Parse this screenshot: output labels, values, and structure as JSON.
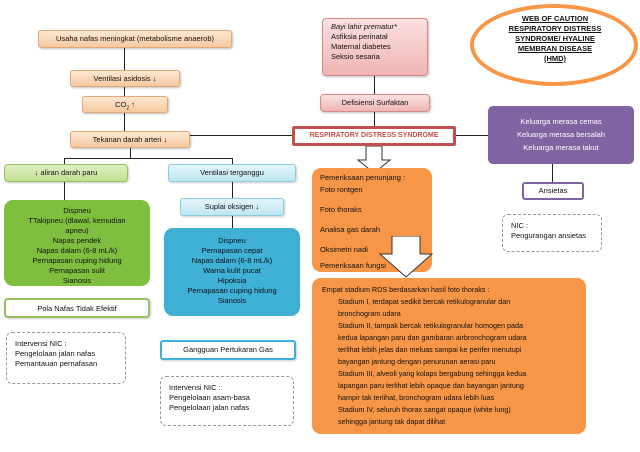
{
  "title": {
    "line1": "WEB OF CAUTION",
    "line2": "RESPIRATORY DISTRESS",
    "line3": "SYNDROME/ HYALINE",
    "line4": "MEMBRAN DISEASE",
    "line5": "(HMD)"
  },
  "causes": {
    "heading": "Bayi lahir prematur*",
    "items": [
      "Asfiksia perinatal",
      "Maternal diabetes",
      "Seksio sesaria"
    ]
  },
  "defisiensi": "Defisiensi Surfaktan",
  "rds": "RESPIRATORY DISTRESS SYNDROME",
  "left_chain": {
    "usaha": "Usaha nafas meningkat (metabolisme anaerob)",
    "ventilasi_asidosis": "Ventilasi asidosis ↓",
    "co2": "CO",
    "co2_sub": "2",
    "co2_arrow": "↑",
    "tekanan": "Tekanan darah arteri ↓"
  },
  "aliran": "↓ aliran darah paru",
  "ventilasi_terganggu": "Ventilasi terganggu",
  "suplai": "Suplai oksigen ↓",
  "green_symptoms": [
    "Dispneu",
    "TTakipneu (dlawal, kemudian",
    "apneu)",
    "Napas pendek",
    "Napas dalam (6-8 mL/k)",
    "Pernapasan cuping hidung",
    "Pernapasan sulit",
    "Sianosis"
  ],
  "cyan_symptoms": [
    "Dispneu",
    "Pernapasan cepat",
    "Napas dalam (6-8 mL/k)",
    "Warna kulit pucat",
    "Hipoksia",
    "Pernapasan cuping hidung",
    "Sianosis"
  ],
  "pola": "Pola Nafas Tidak Efektif",
  "gangguan": "Gangguan Pertukaran Gas",
  "nic_left": {
    "heading": "Intervensi NIC :",
    "items": [
      "Pengelolaan jalan nafas",
      "Pemantauan pernafasan"
    ]
  },
  "nic_mid": {
    "heading": "Intervensi NIC :",
    "items": [
      "Pengelolaan asam-basa",
      "Pengelolaan jalan nafas"
    ]
  },
  "pemeriksaan": {
    "heading": "Pemeriksaan penunjang :",
    "items": [
      "Foto rontgen",
      "Foto thoraks",
      "Analisa gas darah",
      "Oksimetri nadi",
      "Pemeriksaan fungsi"
    ]
  },
  "stadium": {
    "heading": "Empat stadium RDS berdasarkan hasil foto thoraks :",
    "lines": [
      "Stadium I, terdapat sedikit bercak retikulogranular dan",
      "bronchogram udara",
      "Stadium II, tampak bercak retikulogranular homogen pada",
      "kedua lapangan paru dan gambaran airbronchogram udara",
      "terlihat lebih jelas dan meluas sampai ke perifer menutupi",
      "bayangan jantung dengan penurunan aerasi paru",
      "Stadium III, alveoli yang kolaps bergabung sehingga kedua",
      "lapangan paru terlihat lebih opaque dan bayangan jantung",
      "hampir tak terlihat, bronchogram udara lebih luas",
      "Stadium IV, seluruh thorax sangat opaque (white lung)",
      "sehingga jantung tak dapat dilihat"
    ]
  },
  "keluarga": [
    "Keluarga merasa cemas",
    "Keluarga merasa bersalah",
    "Keluarga merasa takut"
  ],
  "ansietas": "Ansietas",
  "nic_right": {
    "heading": "NIC :",
    "items": [
      "Pengurangan ansietas"
    ]
  },
  "colors": {
    "rds_border": "#c0504d",
    "orange": "#f79646",
    "purple": "#8064a2",
    "green": "#7fbf3f",
    "cyan": "#3fb0d6"
  }
}
